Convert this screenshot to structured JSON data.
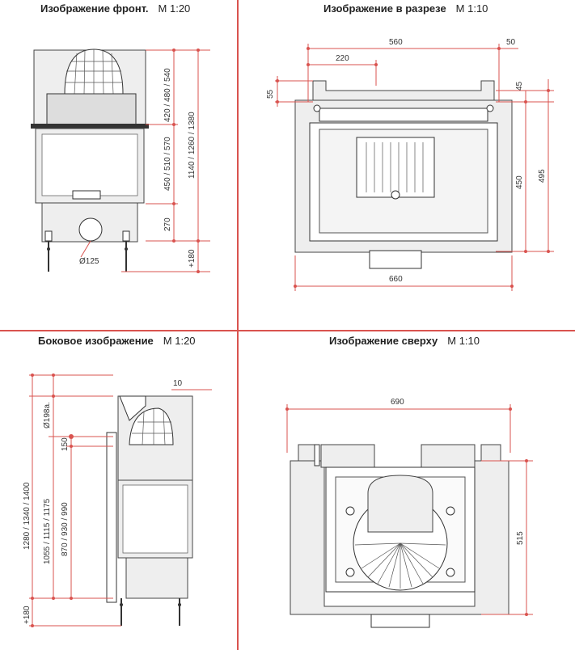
{
  "panels": {
    "front": {
      "title": "Изображение фронт.",
      "scale": "M 1:20",
      "dims": {
        "top": "420 / 480 / 540",
        "middle": "450 / 510 / 570",
        "total": "1140 / 1260 / 1380",
        "base": "270",
        "legs": "+180",
        "pipe": "Ø125"
      }
    },
    "section": {
      "title": "Изображение в разрезе",
      "scale": "M 1:10",
      "dims": {
        "width_top": "560",
        "offset": "220",
        "right": "50",
        "left": "55",
        "top_right": "45",
        "inner_h": "450",
        "outer_h": "495",
        "width_bottom": "660"
      }
    },
    "side": {
      "title": "Боковое изображение",
      "scale": "M 1:20",
      "dims": {
        "top_right": "10",
        "pipe": "Ø198a.",
        "spacing": "150",
        "total": "1280 / 1340 / 1400",
        "mid": "1055 / 1115 / 1175",
        "low": "870 / 930 / 990",
        "legs": "+180"
      }
    },
    "top": {
      "title": "Изображение сверху",
      "scale": "M 1:10",
      "dims": {
        "width": "690",
        "depth": "515"
      }
    }
  },
  "colors": {
    "dimension": "#d9534f",
    "line": "#333333"
  }
}
